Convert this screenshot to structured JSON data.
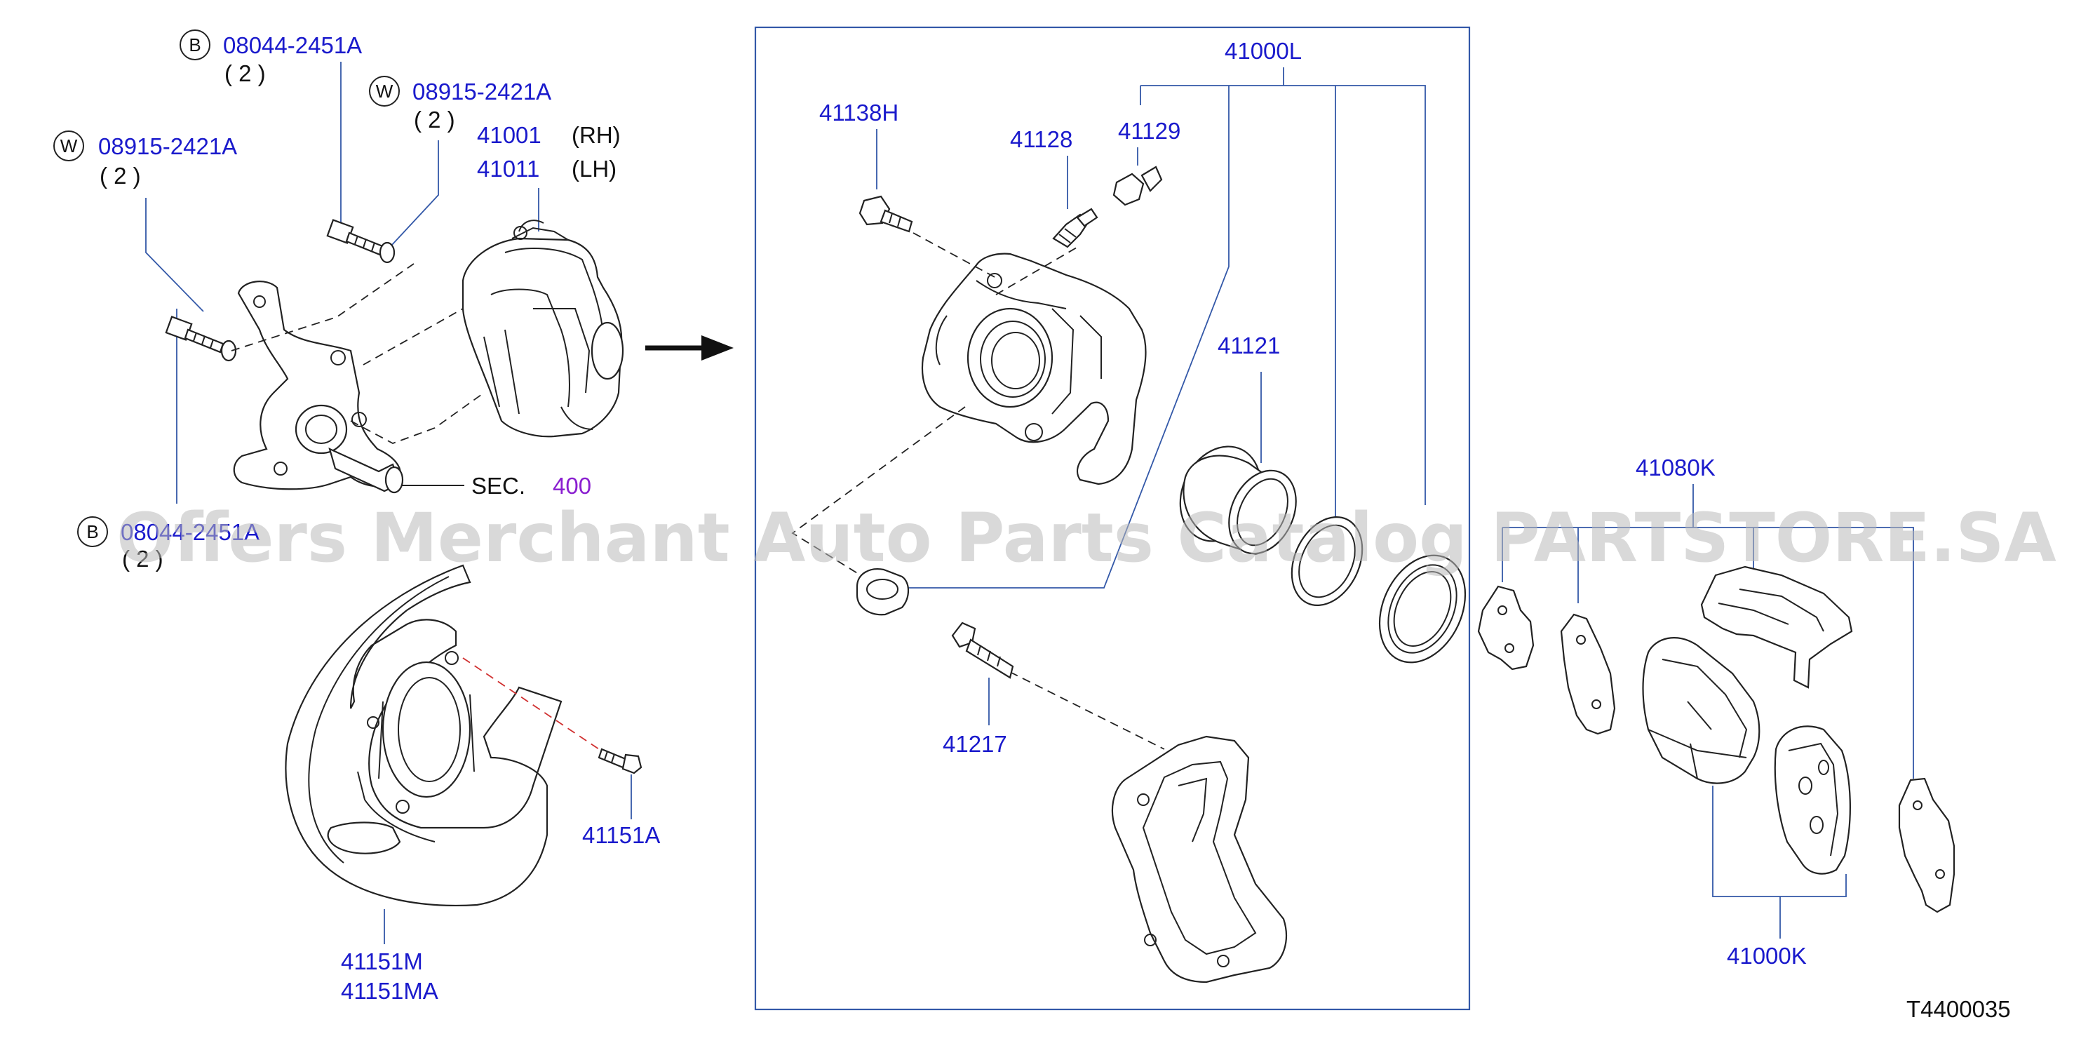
{
  "callouts": {
    "bolt_b_top": {
      "badge": "B",
      "part": "08044-2451A",
      "qty": "( 2 )"
    },
    "washer_w_right": {
      "badge": "W",
      "part": "08915-2421A",
      "qty": "( 2 )"
    },
    "washer_w_left": {
      "badge": "W",
      "part": "08915-2421A",
      "qty": "( 2 )"
    },
    "caliper_rh": {
      "part": "41001",
      "side": "(RH)"
    },
    "caliper_lh": {
      "part": "41011",
      "side": "(LH)"
    },
    "section_ref": {
      "prefix": "SEC.",
      "number": "400"
    },
    "bolt_b_bottom": {
      "badge": "B",
      "part": "08044-2451A",
      "qty": "( 2 )"
    },
    "baffle_bolt": {
      "part": "41151A"
    },
    "baffle_plate": {
      "part_1": "41151M",
      "part_2": "41151MA"
    },
    "caliper_kit": {
      "part": "41000L"
    },
    "bleeder_cap": {
      "part": "41138H"
    },
    "bleeder_screw": {
      "part": "41128"
    },
    "bleeder_cap_small": {
      "part": "41129"
    },
    "piston": {
      "part": "41121"
    },
    "pin_bolt": {
      "part": "41217"
    },
    "pad_hardware": {
      "part": "41080K"
    },
    "pad_kit": {
      "part": "41000K"
    }
  },
  "watermark": "Offers Merchant Auto Parts Catalog PARTSTORE.SA",
  "diagram_code": "T4400035",
  "colors": {
    "label": "#1a1acc",
    "leader": "#3358a8",
    "section": "#8a1fd0",
    "watermark": "#b9b9b9"
  }
}
